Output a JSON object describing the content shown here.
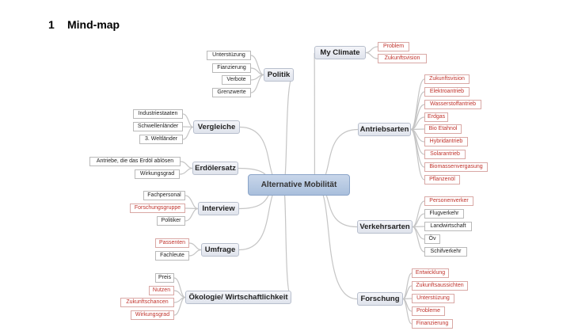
{
  "heading": {
    "number": "1",
    "title": "Mind-map"
  },
  "center": "Alternative Mobilität",
  "colors": {
    "edge": "#c5c5c5",
    "leaf_red_text": "#c0322b",
    "leaf_black_text": "#222222"
  },
  "branches": {
    "my_climate": {
      "label": "My Climate",
      "leaves": [
        "Problem",
        "Zukunftsvision"
      ]
    },
    "politik": {
      "label": "Politik",
      "leaves": [
        "Unterstüzung",
        "Fianzierung",
        "Verbote",
        "Grenzwerte"
      ]
    },
    "antriebsarten": {
      "label": "Antriebsarten",
      "leaves": [
        "Zukunftsvision",
        "Elektroantrieb",
        "Wasserstoffantrieb",
        "Erdgas",
        "Bio Etahnol",
        "Hybridantrieb",
        "Solarantrieb",
        "Biomassenvergasung",
        "Pflanzenöl"
      ]
    },
    "vergleiche": {
      "label": "Vergleiche",
      "leaves": [
        "Industriestaaten",
        "Schwellenländer",
        "3. Weltländer"
      ]
    },
    "erdoelersatz": {
      "label": "Erdölersatz",
      "leaves": [
        "Antriebe, die das Erdöl ablösen",
        "Wirkungsgrad"
      ]
    },
    "interview": {
      "label": "Interview",
      "leaves": [
        "Fachpersonal",
        "Forschungsgruppe",
        "Politiker"
      ]
    },
    "verkehrsarten": {
      "label": "Verkehrsarten",
      "leaves": [
        "Personenverker",
        "Flugverkehr",
        "Landwirtschaft",
        "Öv",
        "Schifverkehr"
      ]
    },
    "umfrage": {
      "label": "Umfrage",
      "leaves": [
        "Passenten",
        "Fachleute"
      ]
    },
    "oekologie": {
      "label": "Ökologie/ Wirtschaftlichkeit",
      "leaves": [
        "Preis",
        "Nutzen",
        "Zukunftschancen",
        "Wirkungsgrad"
      ]
    },
    "forschung": {
      "label": "Forschung",
      "leaves": [
        "Entwicklung",
        "Zukunftsaussichten",
        "Unterstüzung",
        "Probleme",
        "Finanzierung"
      ]
    }
  }
}
